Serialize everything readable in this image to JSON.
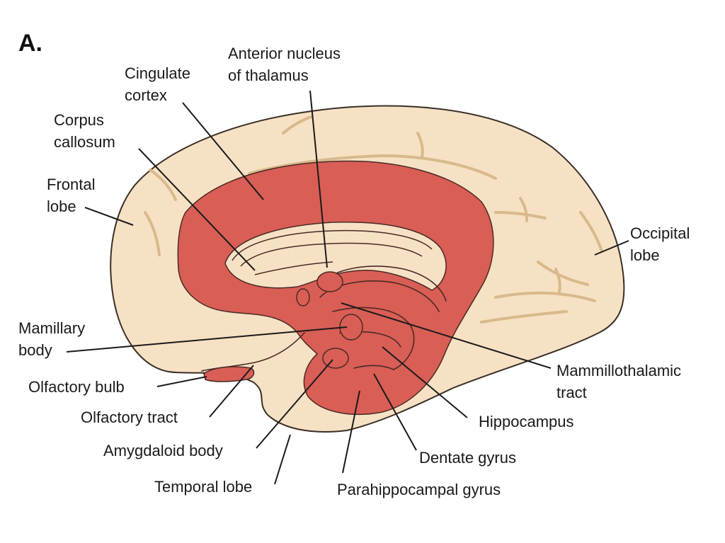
{
  "figure": {
    "panel_label": "A.",
    "colors": {
      "brain_fill": "#f6e1c4",
      "brain_outline": "#3a2e26",
      "sulcus": "#d9b98c",
      "limbic_fill": "#d95e55",
      "limbic_outline": "#4a2a24",
      "inner_fill": "#f6e1c4",
      "leader_line": "#1a1a1a"
    },
    "labels": {
      "anterior_nucleus": [
        "Anterior nucleus",
        "of thalamus"
      ],
      "cingulate_cortex": [
        "Cingulate",
        "cortex"
      ],
      "corpus_callosum": [
        "Corpus",
        "callosum"
      ],
      "frontal_lobe": [
        "Frontal",
        "lobe"
      ],
      "occipital_lobe": [
        "Occipital",
        "lobe"
      ],
      "mamillary_body": [
        "Mamillary",
        "body"
      ],
      "mammillothalamic_tract": [
        "Mammillothalamic",
        "tract"
      ],
      "olfactory_bulb": "Olfactory bulb",
      "olfactory_tract": "Olfactory tract",
      "hippocampus": "Hippocampus",
      "amygdaloid_body": "Amygdaloid body",
      "dentate_gyrus": "Dentate gyrus",
      "temporal_lobe": "Temporal lobe",
      "parahippocampal_gyrus": "Parahippocampal gyrus"
    }
  }
}
